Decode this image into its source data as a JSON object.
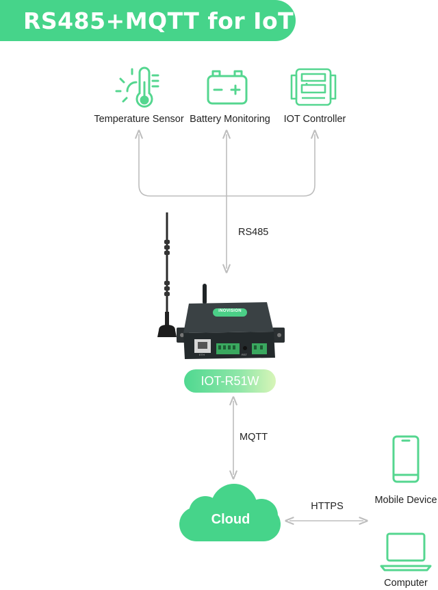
{
  "title": "RS485+MQTT for IoT",
  "devices": [
    {
      "label": "Temperature Sensor",
      "icon": "thermometer-sun-icon"
    },
    {
      "label": "Battery Monitoring",
      "icon": "battery-icon"
    },
    {
      "label": "IOT Controller",
      "icon": "controller-icon"
    }
  ],
  "links": {
    "rs485": "RS485",
    "mqtt": "MQTT",
    "https": "HTTPS"
  },
  "gateway": {
    "model": "IOT-R51W",
    "brand": "iNOVISION",
    "port_labels": [
      "ETH",
      "RST"
    ]
  },
  "cloud": {
    "label": "Cloud"
  },
  "clients": [
    {
      "label": "Mobile Device",
      "icon": "smartphone-icon"
    },
    {
      "label": "Computer",
      "icon": "laptop-icon"
    }
  ],
  "colors": {
    "accent": "#46d48a",
    "icon": "#54d68f",
    "connector": "#bdbdbd",
    "device_body": "#2e3436"
  }
}
